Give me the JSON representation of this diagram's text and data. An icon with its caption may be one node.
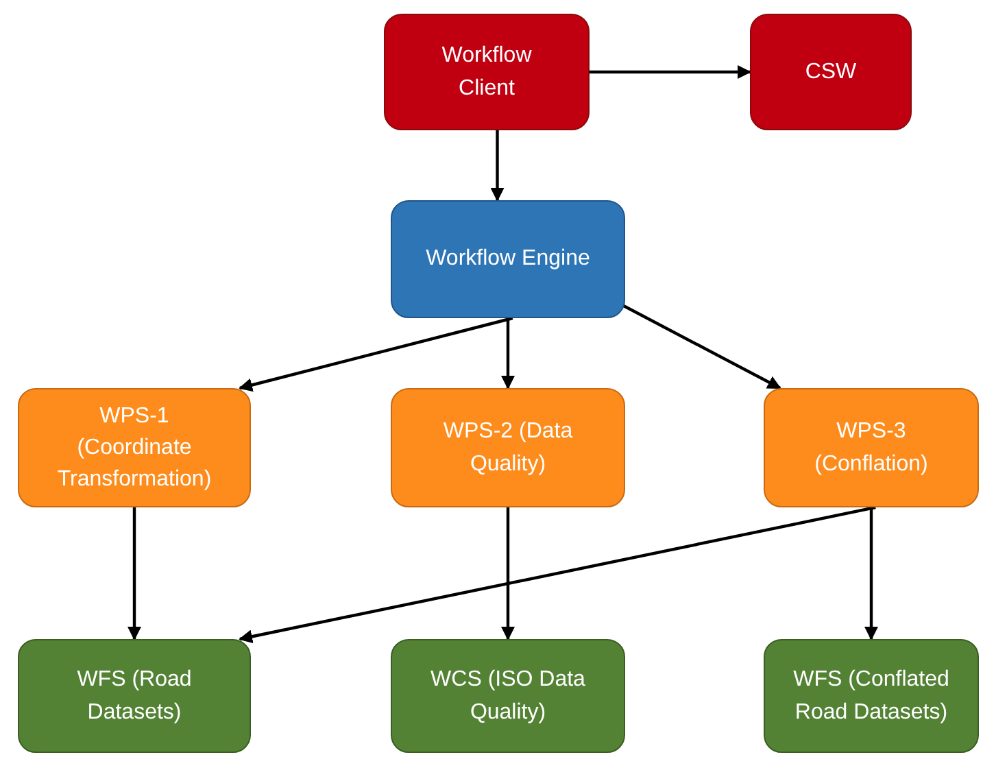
{
  "diagram": {
    "nodes": [
      {
        "text": [
          "Workflow Client"
        ]
      },
      {
        "text": [
          "CSW"
        ]
      },
      {
        "text": [
          "Workflow Engine"
        ]
      },
      {
        "text": [
          "WPS-1 (Coordinate Transformation)"
        ]
      },
      {
        "text": [
          "WPS-2 (Data Quality)"
        ]
      },
      {
        "text": [
          "WPS-3 (Conflation)"
        ]
      },
      {
        "text": [
          "WFS (Road Datasets)"
        ]
      },
      {
        "text": [
          "WCS (ISO Data Quality)"
        ]
      },
      {
        "text": [
          "WFS (Conflated Road Datasets)"
        ]
      }
    ],
    "edges": [
      {
        "from": 0,
        "to": 1,
        "arrow": "to"
      },
      {
        "from": 0,
        "to": 2,
        "arrow": "to"
      },
      {
        "from": 2,
        "to": 3,
        "arrow": "to"
      },
      {
        "from": 2,
        "to": 4,
        "arrow": "to"
      },
      {
        "from": 2,
        "to": 5,
        "arrow": "to"
      },
      {
        "from": 3,
        "to": 6,
        "arrow": "to"
      },
      {
        "from": 4,
        "to": 7,
        "arrow": "to"
      },
      {
        "from": 5,
        "to": 8,
        "arrow": "to"
      },
      {
        "from": 5,
        "to": 6,
        "arrow": "to"
      }
    ]
  }
}
